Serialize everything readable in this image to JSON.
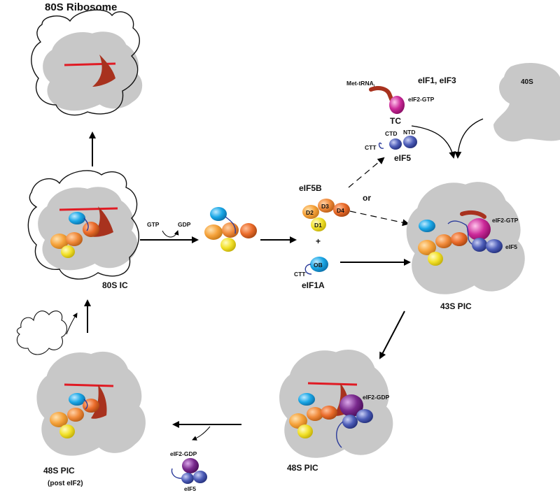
{
  "labels": {
    "ribosome_80s": "80S Ribosome",
    "ic_80s": "80S IC",
    "pic_43s": "43S PIC",
    "pic_48s": "48S PIC",
    "pic_48s_post": "48S PIC",
    "post_eif2": "(post eIF2)",
    "subunit_40s": "40S",
    "eif1_eif3": "eIF1, eIF3",
    "met_trna": "Met-tRNA",
    "met_trna_sub": "i",
    "eif2_gtp_tc": "eIF2-GTP",
    "tc": "TC",
    "ctd": "CTD",
    "ntd": "NTD",
    "ctt_eif5": "CTT",
    "eif5_top": "eIF5",
    "eif5b": "eIF5B",
    "d1": "D1",
    "d2": "D2",
    "d3": "D3",
    "d4": "D4",
    "or": "or",
    "plus": "+",
    "ob": "OB",
    "ctt_eif1a": "CTT",
    "eif1a": "eIF1A",
    "gtp": "GTP",
    "gdp": "GDP",
    "eif2_gtp_43s": "eIF2-GTP",
    "eif5_43s": "eIF5",
    "eif2_gdp_48s": "eIF2-GDP",
    "eif2_gdp_released": "eIF2-GDP",
    "eif5_released": "eIF5"
  },
  "colors": {
    "subunit_gray": "#c8c8c8",
    "mrna_red": "#e01b24",
    "trna_brown": "#a8321e",
    "eif1a_cyan": "#1aa7e6",
    "eif5b_d2_orange": "#f6a33c",
    "eif5b_d3_orange": "#f08a3a",
    "eif5b_d4_orange": "#ea6b2a",
    "eif5b_d1_yellow": "#f2e12a",
    "eif5_blue": "#3f4fa8",
    "eif2_gtp_magenta": "#cc2a9a",
    "eif2_gdp_purple": "#7a2a8e"
  }
}
